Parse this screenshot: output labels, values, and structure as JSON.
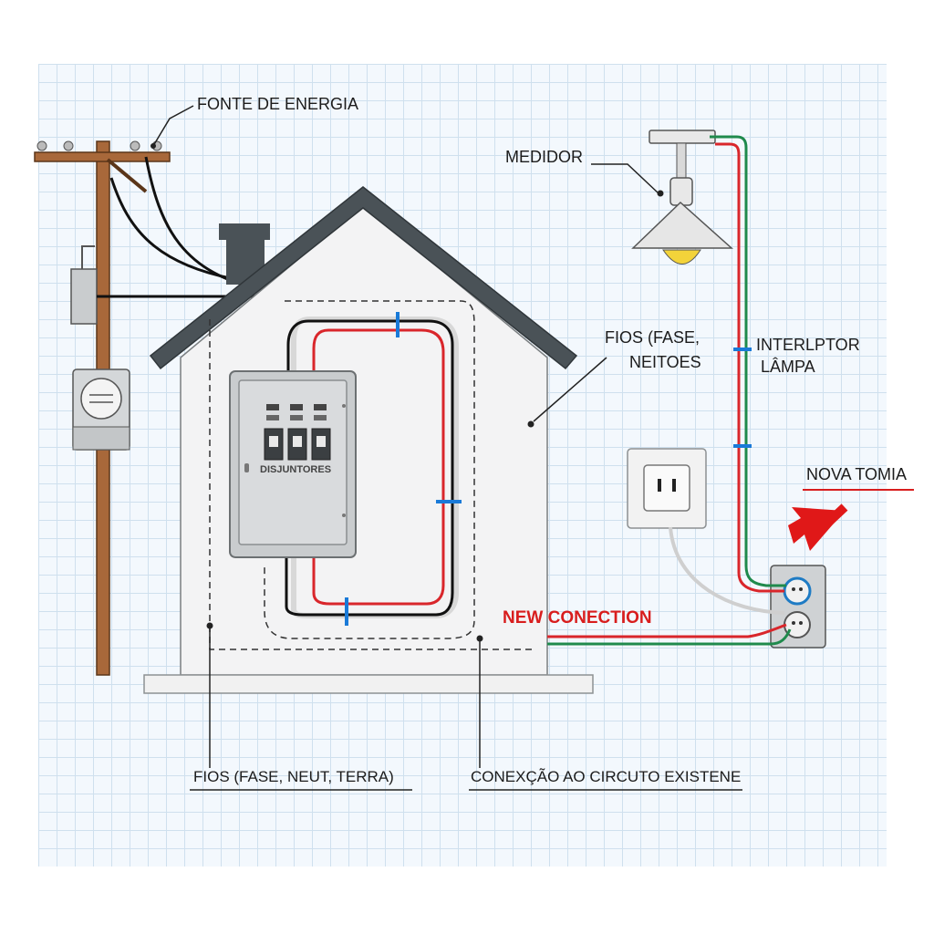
{
  "labels": {
    "fonte_energia": "FONTE DE ENERGIA",
    "medidor": "MEDIDOR",
    "fios_fase_1": "FIOS (FASE,",
    "fios_fase_2": "NEITOES",
    "interruptor_1": "INTERLPTOR",
    "interruptor_2": "LÂMPA",
    "nova_tomada": "NOVA TOMIA",
    "new_connection": "NEW CONECTION",
    "disjuntores": "DISJUNTORES",
    "fios_bottom": "FIOS (FASE, NEUT, TERRA)",
    "conexao": "CONEXÇÃO AO CIRCUTO EXISTENE"
  },
  "colors": {
    "phase_wire": "#d9262b",
    "neutral_wire": "#1a1a1a",
    "ground_wire": "#1f8a4c",
    "roof": "#4a5257",
    "pole": "#a8683a",
    "highlight": "#e01818"
  }
}
